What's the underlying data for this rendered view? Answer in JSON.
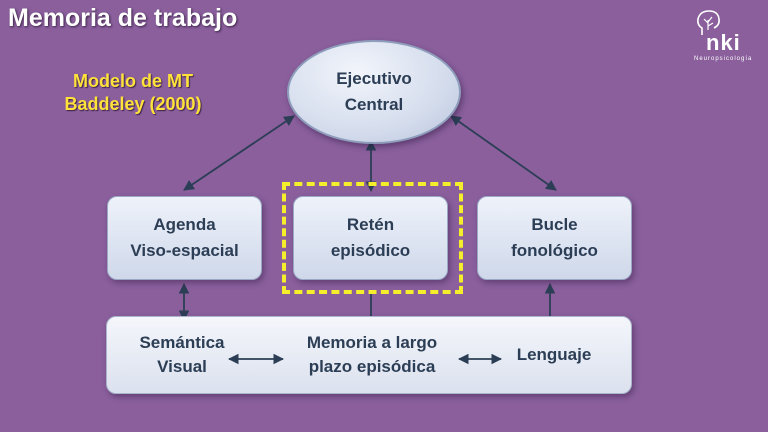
{
  "title": "Memoria de trabajo",
  "subtitle": [
    "Modelo de MT",
    "Baddeley (2000)"
  ],
  "logo": {
    "word": "nki",
    "sub": "Neuropsicología"
  },
  "colors": {
    "background": "#8a5f9c",
    "highlight": "#f5ee2a",
    "subtitle": "#ffe23a",
    "arrow": "#2c3e55"
  },
  "central": [
    "Ejecutivo",
    "Central"
  ],
  "components": {
    "agenda": [
      "Agenda",
      "Viso-espacial"
    ],
    "reten": [
      "Retén",
      "episódico"
    ],
    "bucle": [
      "Bucle",
      "fonológico"
    ]
  },
  "long_term": {
    "semantica": [
      "Semántica",
      "Visual"
    ],
    "memoria": [
      "Memoria a largo",
      "plazo episódica"
    ],
    "lenguaje": "Lenguaje"
  }
}
